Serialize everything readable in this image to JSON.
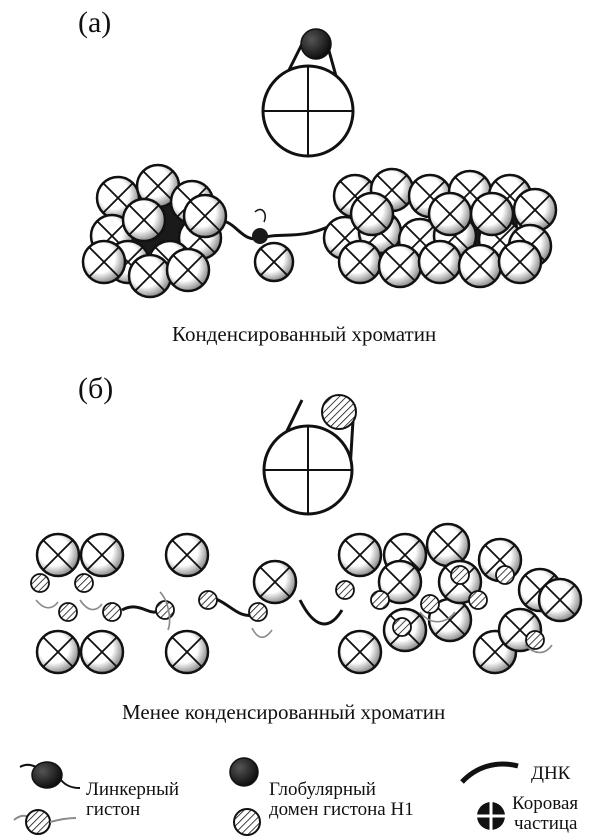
{
  "panel_a": {
    "letter": "(а)",
    "caption": "Конденсированный хроматин"
  },
  "panel_b": {
    "letter": "(б)",
    "caption": "Менее конденсированный хроматин"
  },
  "legend": {
    "linker_histone": "Линкерный гистон",
    "linker_histone_line1": "Линкерный",
    "linker_histone_line2": "гистон",
    "globular_domain": "Глобулярный домен гистона Н1",
    "globular_domain_line1": "Глобулярный",
    "globular_domain_line2": "домен гистона Н1",
    "dna": "ДНК",
    "core_particle": "Коровая частица",
    "core_particle_line1": "Коровая",
    "core_particle_line2": "частица"
  },
  "colors": {
    "ink": "#111111",
    "linker_tail": "#8a8a8a"
  }
}
